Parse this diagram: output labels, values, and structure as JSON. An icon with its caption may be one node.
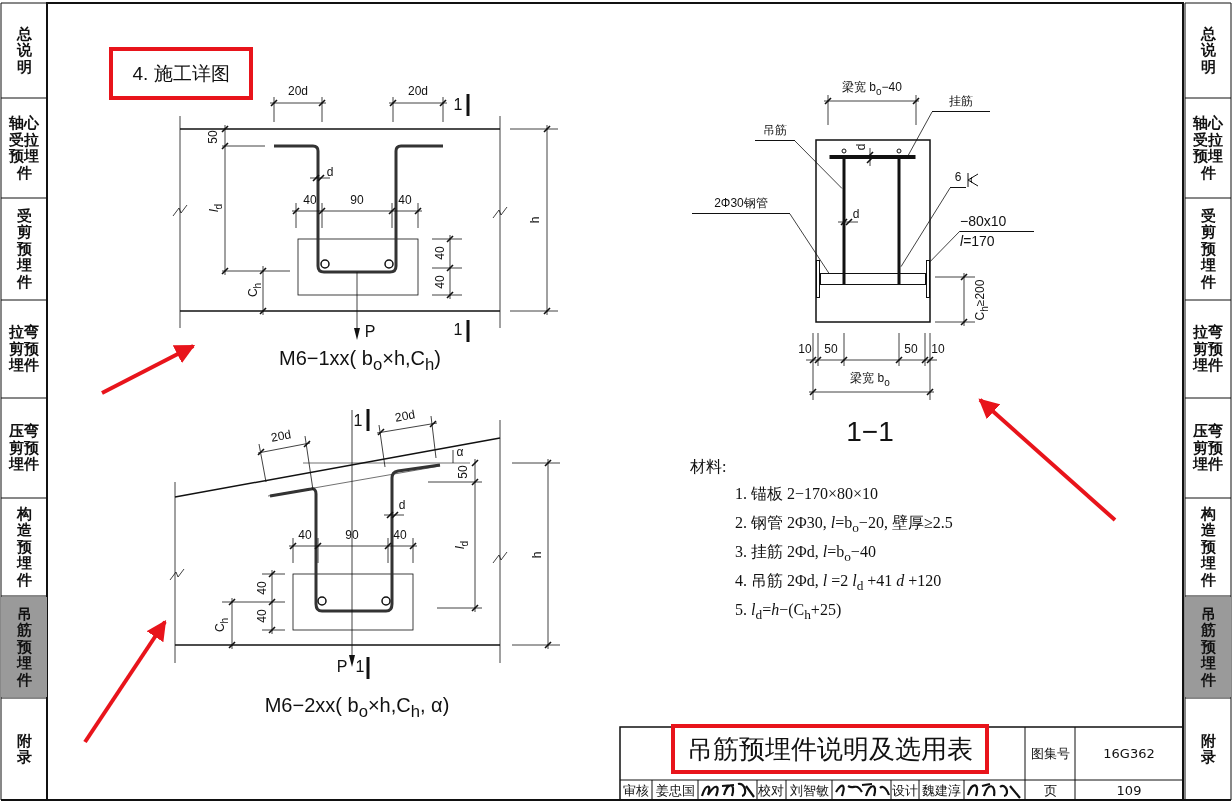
{
  "diagram": {
    "nodes": [
      {
        "text": [
          "4. 施工详图"
        ]
      },
      {
        "text": [],
        "shape": "picture",
        "beside": [
          "M6−1xx( b$_{o}$×h,C$_{h}$)"
        ]
      },
      {
        "text": [],
        "shape": "picture",
        "beside": [
          "M6−2xx( b$_{o}$×h,C$_{h}$, α)"
        ]
      },
      {
        "text": [],
        "shape": "picture",
        "beside": [
          "1−1"
        ]
      },
      {
        "text": [
          "吊筋"
        ]
      },
      {
        "text": [
          "挂筋"
        ]
      },
      {
        "text": [
          "2Φ30钢管"
        ]
      },
      {
        "text": [
          "6"
        ],
        "in": 3
      },
      {
        "text": [
          "−80x10 *l*=170"
        ]
      },
      {
        "text": [
          "吊筋预埋件说明及选用表"
        ]
      },
      {
        "text": [],
        "shape": "bar",
        "in": 3
      },
      {
        "text": [],
        "shape": "bar",
        "in": 3
      },
      {
        "text": [],
        "shape": "bar",
        "in": 3
      },
      {
        "text": [],
        "shape": "box",
        "in": 3
      },
      {
        "text": [],
        "shape": "box",
        "in": 3
      },
      {
        "text": [],
        "shape": "box",
        "in": 3
      }
    ],
    "edges": [
      {
        "from": null,
        "to": 1,
        "arrow": "to",
        "style": "thick",
        "color": "#e8141b"
      },
      {
        "from": null,
        "to": 2,
        "arrow": "to",
        "style": "thick",
        "color": "#e8141b"
      },
      {
        "from": null,
        "to": 3,
        "arrow": "to",
        "style": "thick",
        "color": "#e8141b"
      },
      {
        "from": 4,
        "to": 11,
        "arrow": "none"
      },
      {
        "from": 5,
        "to": 10,
        "arrow": "none"
      },
      {
        "from": 6,
        "to": 14,
        "arrow": "none"
      },
      {
        "from": 7,
        "to": 12,
        "arrow": "none"
      },
      {
        "from": 8,
        "to": 15,
        "arrow": "none"
      }
    ],
    "labels": [
      "总说明",
      "轴心受拉预埋件",
      "受剪预埋件",
      "拉弯剪预埋件",
      "压弯剪预埋件",
      "构造预埋件",
      "吊筋预埋件",
      "附录",
      "总说明",
      "轴心受拉预埋件",
      "受剪预埋件",
      "拉弯剪预埋件",
      "压弯剪预埋件",
      "构造预埋件",
      "吊筋预埋件",
      "附录",
      "20d",
      "20d",
      "1",
      "50",
      "d",
      "40",
      "90",
      "40",
      "*l*$_{d}$",
      "h",
      "40",
      "40",
      "C$_{h}$",
      "P",
      "1",
      "梁宽 b$_{o}$−40",
      "d",
      "d",
      "C$_{h}$≥200",
      "10",
      "50",
      "50",
      "10",
      "梁宽 b$_{o}$",
      "20d",
      "1",
      "20d",
      "α",
      "50",
      "d",
      "40",
      "90",
      "40",
      "*l*$_{d}$",
      "h",
      "40",
      "40",
      "C$_{h}$",
      "P",
      "1",
      "材料:",
      "1.  锚板  2−170×80×10",
      "2.  钢管  2Φ30, *l*=b$_{o}$−20, 壁厚≥2.5",
      "3.  挂筋  2Φd, *l*=b$_{o}$−40",
      "4.  吊筋  2Φd, *l* =2 *l*$_{d}$ +41 *d* +120",
      "5.  *l*$_{d}$=*h*−(C$_{h}$+25)",
      "图集号",
      "16G362",
      "审核",
      "姜忠国",
      "校对",
      "刘智敏",
      "设计",
      "魏建淳",
      "页",
      "109"
    ]
  }
}
